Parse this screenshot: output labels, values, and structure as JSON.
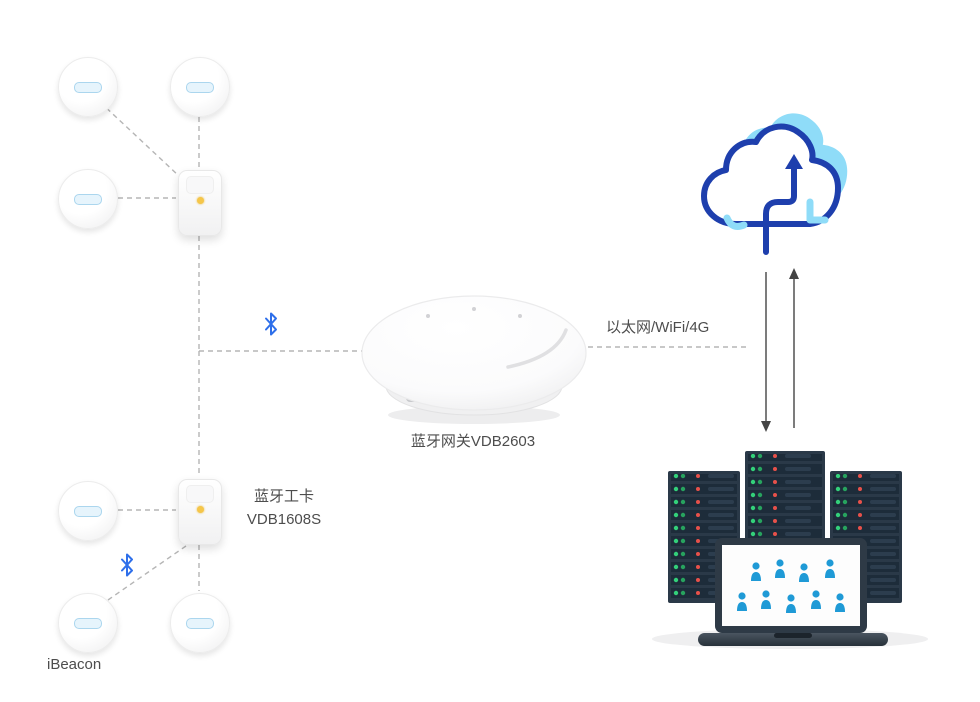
{
  "labels": {
    "uplink": "以太网/WiFi/4G",
    "gateway": "蓝牙网关VDB2603",
    "badge_name": "蓝牙工卡",
    "badge_model": "VDB1608S",
    "beacon_caption": "iBeacon"
  },
  "colors": {
    "bluetooth_icon": "#2E6FEA",
    "cloud_outline": "#1E3FAD",
    "cloud_fill": "#8FDCF8",
    "server_body": "#22313F",
    "led_green": "#33D17A",
    "led_red": "#E8514A",
    "people": "#1F9AD6",
    "connector_dash": "#B5B5B5",
    "badge_led": "#F5C64A"
  },
  "icons": {
    "bluetooth": "bluetooth-icon",
    "cloud_upload": "cloud-upload-icon",
    "beacon_logo": "brand-logo-icon"
  }
}
